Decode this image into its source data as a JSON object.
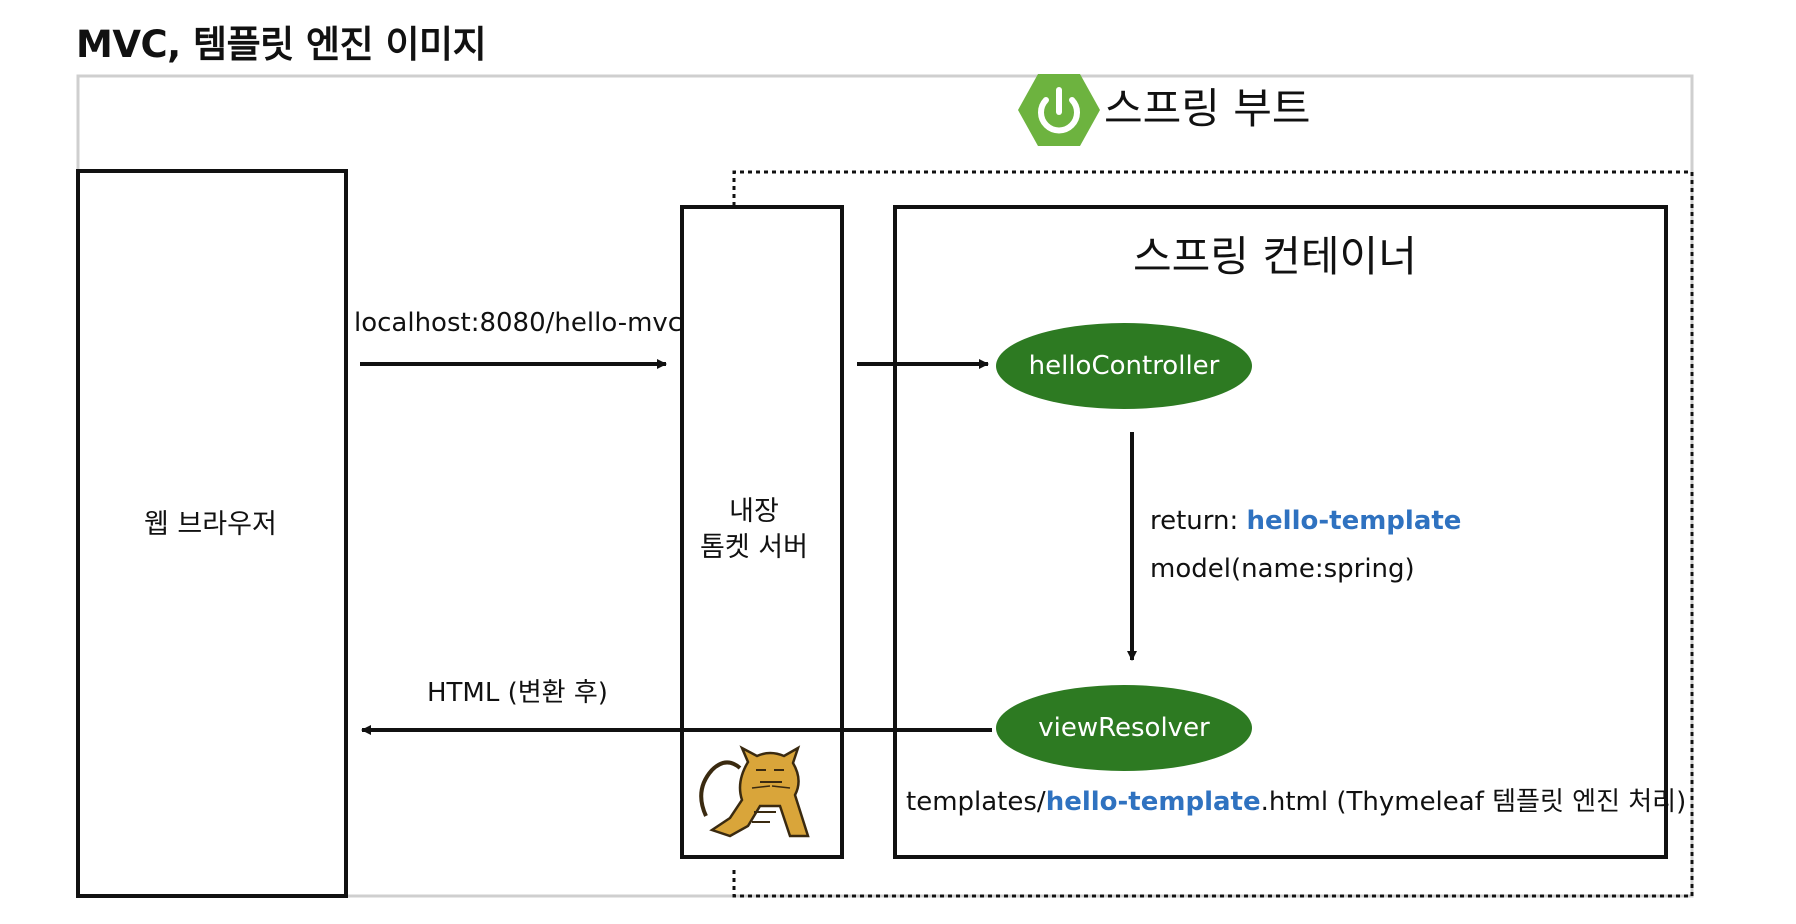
{
  "page": {
    "title": "MVC, 템플릿 엔진 이미지"
  },
  "spring_boot": {
    "label": "스프링 부트",
    "icon": "power-icon",
    "color": "#6db33f"
  },
  "browser": {
    "label": "웹 브라우저"
  },
  "tomcat": {
    "label_line1": "내장",
    "label_line2": "톰켓 서버",
    "icon": "tomcat-cat-icon"
  },
  "container": {
    "label": "스프링 컨테이너"
  },
  "beans": {
    "controller": "helloController",
    "view_resolver": "viewResolver",
    "fill_color": "#2d7a22"
  },
  "request": {
    "url": "localhost:8080/hello-mvc"
  },
  "controller_return": {
    "prefix": "return: ",
    "view_name": "hello-template",
    "model": "model(name:spring)"
  },
  "template": {
    "prefix": "templates/",
    "name": "hello-template",
    "suffix": ".html (Thymeleaf 템플릿 엔진 처리)"
  },
  "response": {
    "label": "HTML (변환 후)"
  },
  "colors": {
    "highlight": "#2f72c0"
  }
}
